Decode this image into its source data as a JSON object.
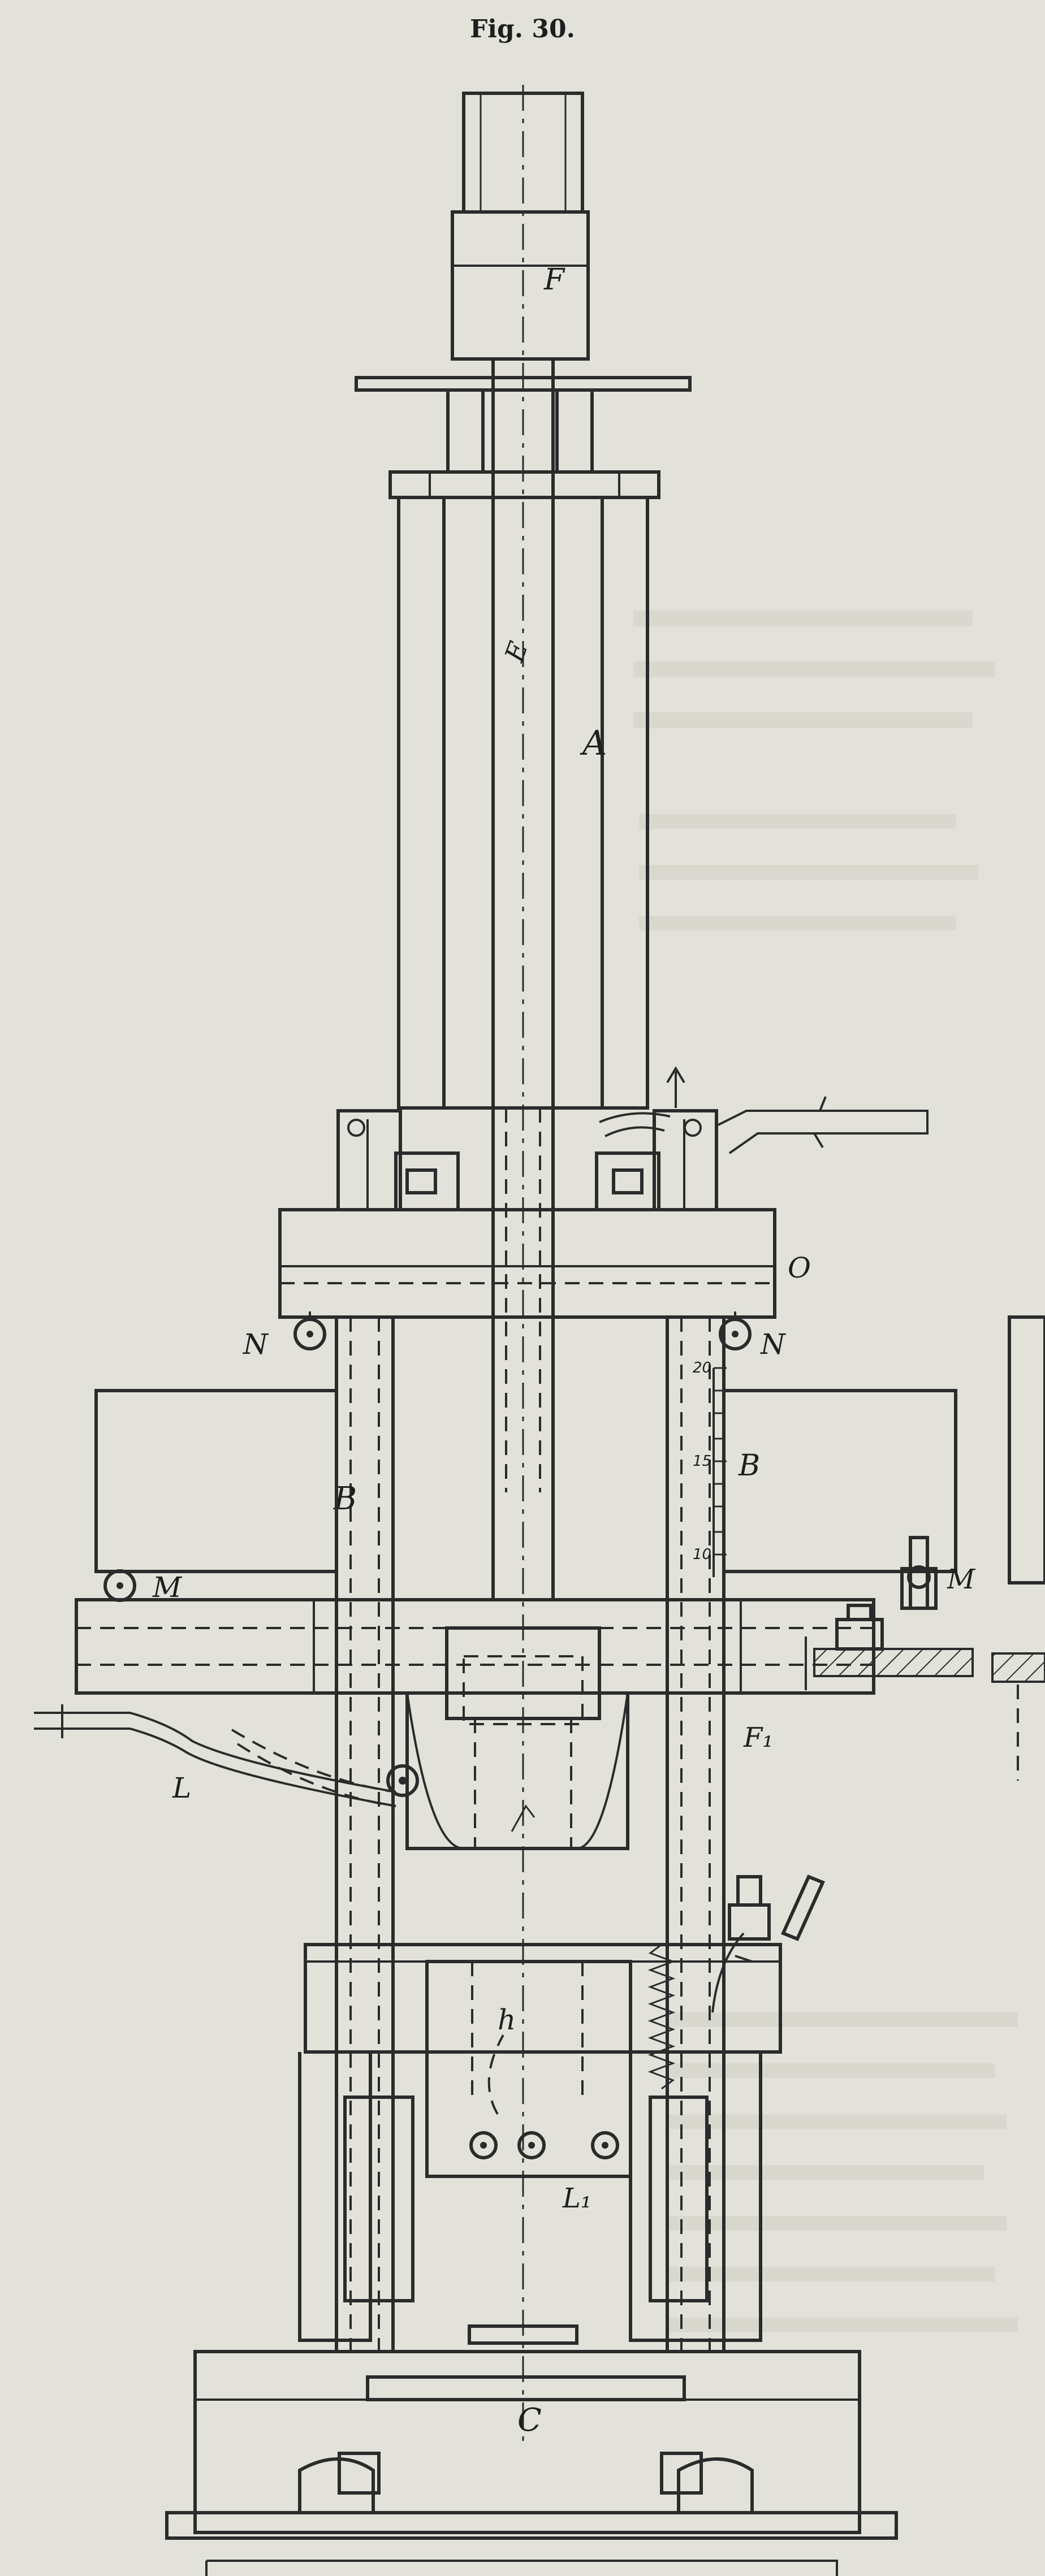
{
  "figure": {
    "caption": "Fig. 30."
  },
  "labels": {
    "F": "F",
    "E": "E",
    "A": "A",
    "O": "O",
    "N_left": "N",
    "N_right": "N",
    "B_left": "B",
    "B_right": "B",
    "M_left": "M",
    "M_right": "M",
    "F1": "F₁",
    "L": "L",
    "h": "h",
    "L1": "L₁",
    "C": "C"
  },
  "scale_ticks": [
    "20",
    "15",
    "10"
  ],
  "colors": {
    "paper": "#e2e2da",
    "ink": "#2b2b2b"
  }
}
